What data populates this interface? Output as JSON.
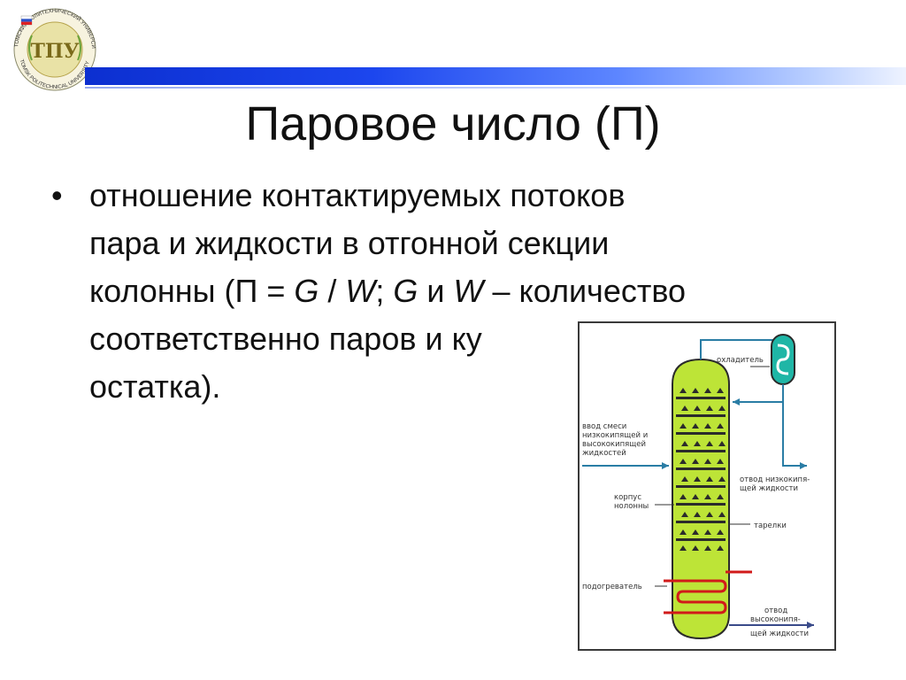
{
  "logo": {
    "ring_text_top": "ТОМСКИЙ ПОЛИТЕХНИЧЕСКИЙ УНИВЕРСИТЕТ",
    "ring_text_bottom": "TOMSK POLITECHNICAL UNIVERSITY",
    "monogram": "ТПУ"
  },
  "colors": {
    "accent_bar": "#1c46ee",
    "column_fill": "#bde437",
    "diagram_frame": "#3a3a3a",
    "heater": "#d11a1a",
    "cooler": "#1fb6a6"
  },
  "slide": {
    "title": "Паровое число (П)",
    "bullet": {
      "symbol": "•",
      "line1": "отношение контактируемых потоков",
      "line2": "пара и жидкости в отгонной секции",
      "line3_a": "колонны (П ",
      "eq": "=",
      "g1": "G",
      "slash": " / ",
      "w1": "W",
      "semi": "; ",
      "g2": "G",
      "and": " и ",
      "w2": "W",
      "line3_b": " – количество",
      "line4": "соответственно паров и ку",
      "line5": "остатка)."
    }
  },
  "diagram": {
    "labels": {
      "cooler": "охладитель",
      "feed_1": "ввод смеси",
      "feed_2": "низкокипящей и",
      "feed_3": "высококипящей",
      "feed_4": "жидкостей",
      "low_out_1": "отвод низкокипя-",
      "low_out_2": "щей жидкости",
      "body_1": "корпус",
      "body_2": "нолонны",
      "trays": "тарелки",
      "heater": "подогреватель",
      "high_out_1": "отвод",
      "high_out_2": "высоконипя-",
      "high_out_3": "щей жидкости"
    }
  }
}
